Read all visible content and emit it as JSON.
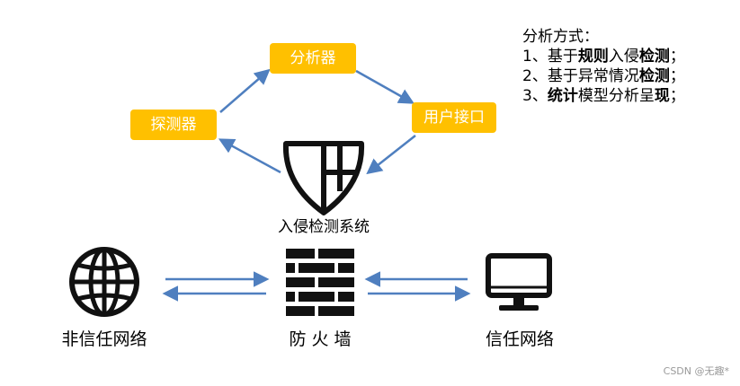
{
  "colors": {
    "box_fill": "#ffc000",
    "box_text": "#ffffff",
    "arrow": "#4f7fbf",
    "icon": "#111111",
    "watermark": "#9a9a9a"
  },
  "nodes": {
    "analyzer": "分析器",
    "detector": "探测器",
    "user_interface": "用户接口",
    "ids": "入侵检测系统",
    "untrusted_network": "非信任网络",
    "firewall": "防 火 墙",
    "trusted_network": "信任网络"
  },
  "icons": {
    "shield": "shield-icon",
    "globe": "globe-icon",
    "brick_wall": "brick-wall-icon",
    "monitor": "monitor-icon"
  },
  "methods": {
    "title": "分析方式：",
    "items": [
      {
        "prefix": "1、基于",
        "bold": "规则",
        "mid": "入侵",
        "bold2": "检测",
        "suffix": "；"
      },
      {
        "prefix": "2、基于异常情况",
        "bold": "检测",
        "mid": "",
        "bold2": "",
        "suffix": "；"
      },
      {
        "prefix": "3、",
        "bold": "统计",
        "mid": "模型分析呈",
        "bold2": "现",
        "suffix": "；"
      }
    ]
  },
  "watermark": "CSDN @无趣*"
}
